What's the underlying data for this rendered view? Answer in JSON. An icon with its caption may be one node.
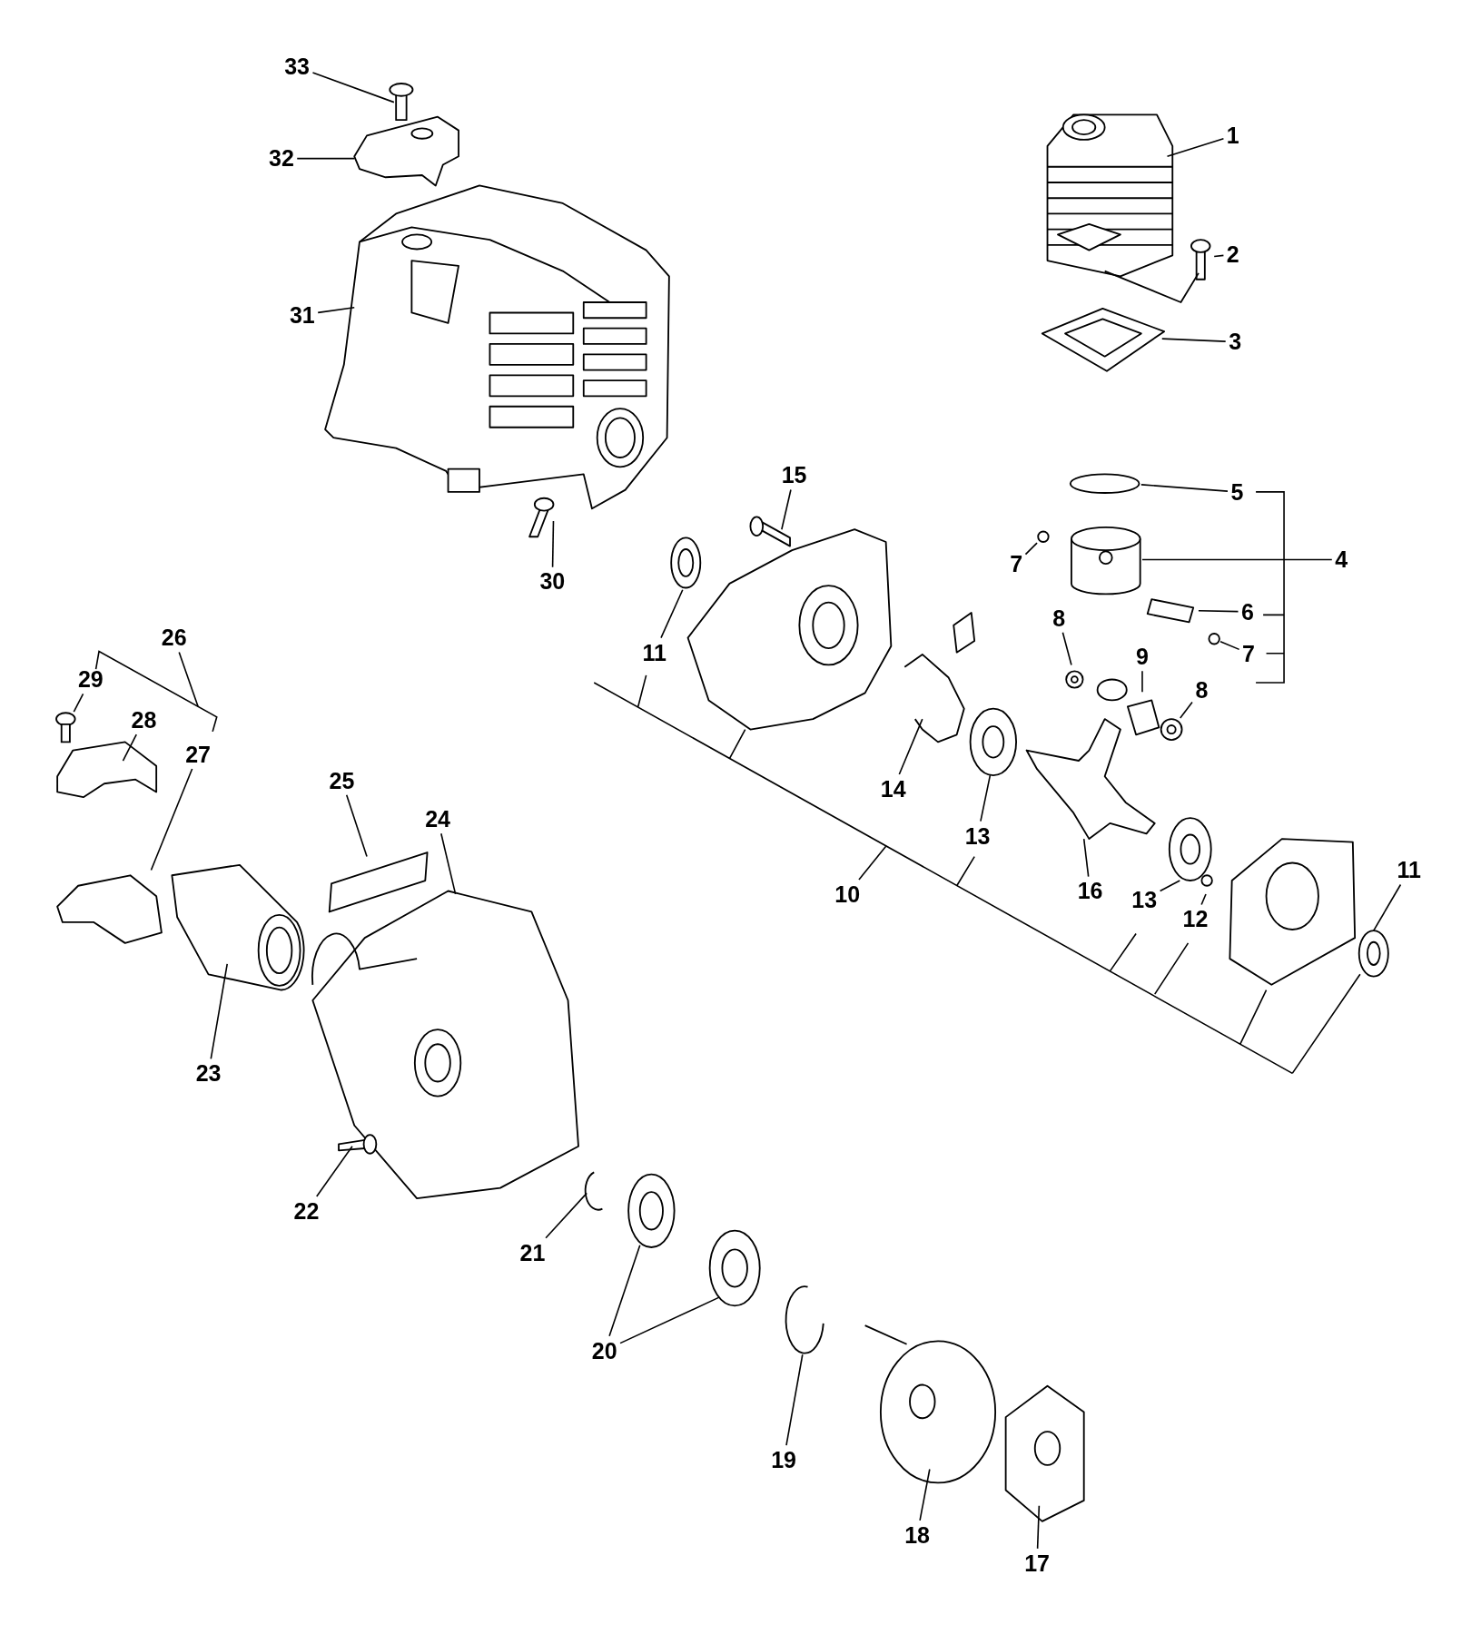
{
  "diagram": {
    "nodes": [
      {
        "text": [
          "33"
        ]
      },
      {
        "text": [
          "32"
        ]
      },
      {
        "text": [
          "31"
        ]
      },
      {
        "text": [
          "1"
        ]
      },
      {
        "text": [
          "2"
        ]
      },
      {
        "text": [
          "3"
        ]
      },
      {
        "text": [
          "15"
        ]
      },
      {
        "text": [
          "5"
        ]
      },
      {
        "text": [
          "7"
        ]
      },
      {
        "text": [
          "4"
        ]
      },
      {
        "text": [
          "30"
        ]
      },
      {
        "text": [
          "8"
        ]
      },
      {
        "text": [
          "6"
        ]
      },
      {
        "text": [
          "26"
        ]
      },
      {
        "text": [
          "11"
        ]
      },
      {
        "text": [
          "9"
        ]
      },
      {
        "text": [
          "7"
        ]
      },
      {
        "text": [
          "29"
        ]
      },
      {
        "text": [
          "8"
        ]
      },
      {
        "text": [
          "28"
        ]
      },
      {
        "text": [
          "27"
        ]
      },
      {
        "text": [
          "25"
        ]
      },
      {
        "text": [
          "14"
        ]
      },
      {
        "text": [
          "24"
        ]
      },
      {
        "text": [
          "13"
        ]
      },
      {
        "text": [
          "11"
        ]
      },
      {
        "text": [
          "16"
        ]
      },
      {
        "text": [
          "10"
        ]
      },
      {
        "text": [
          "13"
        ]
      },
      {
        "text": [
          "12"
        ]
      },
      {
        "text": [
          "23"
        ]
      },
      {
        "text": [
          "22"
        ]
      },
      {
        "text": [
          "21"
        ]
      },
      {
        "text": [
          "20"
        ]
      },
      {
        "text": [
          "19"
        ]
      },
      {
        "text": [
          "18"
        ]
      },
      {
        "text": [
          "17"
        ]
      },
      {
        "text": [],
        "shape": "circle"
      },
      {
        "text": [],
        "shape": "circle"
      },
      {
        "text": [],
        "shape": "picture"
      },
      {
        "text": [],
        "shape": "circle"
      }
    ],
    "edges": [
      {
        "from": 0,
        "to": null,
        "arrow": "none"
      },
      {
        "from": 1,
        "to": null,
        "arrow": "none"
      },
      {
        "from": 2,
        "to": null,
        "arrow": "none"
      },
      {
        "from": 3,
        "to": null,
        "arrow": "none"
      },
      {
        "from": 4,
        "to": null,
        "arrow": "none"
      },
      {
        "from": 5,
        "to": null,
        "arrow": "none"
      },
      {
        "from": 6,
        "to": null,
        "arrow": "none"
      },
      {
        "from": 7,
        "to": null,
        "arrow": "none"
      },
      {
        "from": 8,
        "to": 37,
        "arrow": "none"
      },
      {
        "from": 9,
        "to": null,
        "arrow": "none"
      },
      {
        "from": 10,
        "to": null,
        "arrow": "none"
      },
      {
        "from": 11,
        "to": null,
        "arrow": "none"
      },
      {
        "from": 12,
        "to": null,
        "arrow": "none"
      },
      {
        "from": 13,
        "to": null,
        "arrow": "none"
      },
      {
        "from": 14,
        "to": null,
        "arrow": "none"
      },
      {
        "from": 15,
        "to": null,
        "arrow": "none"
      },
      {
        "from": 16,
        "to": 38,
        "arrow": "none"
      },
      {
        "from": 17,
        "to": 39,
        "arrow": "none"
      },
      {
        "from": 18,
        "to": 40,
        "arrow": "none"
      },
      {
        "from": 19,
        "to": null,
        "arrow": "none"
      },
      {
        "from": 20,
        "to": null,
        "arrow": "none"
      },
      {
        "from": 21,
        "to": null,
        "arrow": "none"
      },
      {
        "from": 22,
        "to": null,
        "arrow": "none"
      },
      {
        "from": 23,
        "to": null,
        "arrow": "none"
      },
      {
        "from": 24,
        "to": null,
        "arrow": "none"
      },
      {
        "from": 25,
        "to": null,
        "arrow": "none"
      },
      {
        "from": 26,
        "to": null,
        "arrow": "none"
      },
      {
        "from": 27,
        "to": null,
        "arrow": "none"
      },
      {
        "from": 28,
        "to": null,
        "arrow": "none"
      },
      {
        "from": 29,
        "to": null,
        "arrow": "none"
      },
      {
        "from": 30,
        "to": null,
        "arrow": "none"
      },
      {
        "from": 31,
        "to": null,
        "arrow": "none"
      },
      {
        "from": 32,
        "to": null,
        "arrow": "none"
      },
      {
        "from": 33,
        "to": null,
        "arrow": "none"
      },
      {
        "from": 33,
        "to": null,
        "arrow": "none"
      },
      {
        "from": 34,
        "to": null,
        "arrow": "none"
      },
      {
        "from": 35,
        "to": null,
        "arrow": "none"
      },
      {
        "from": 36,
        "to": null,
        "arrow": "none"
      }
    ]
  }
}
